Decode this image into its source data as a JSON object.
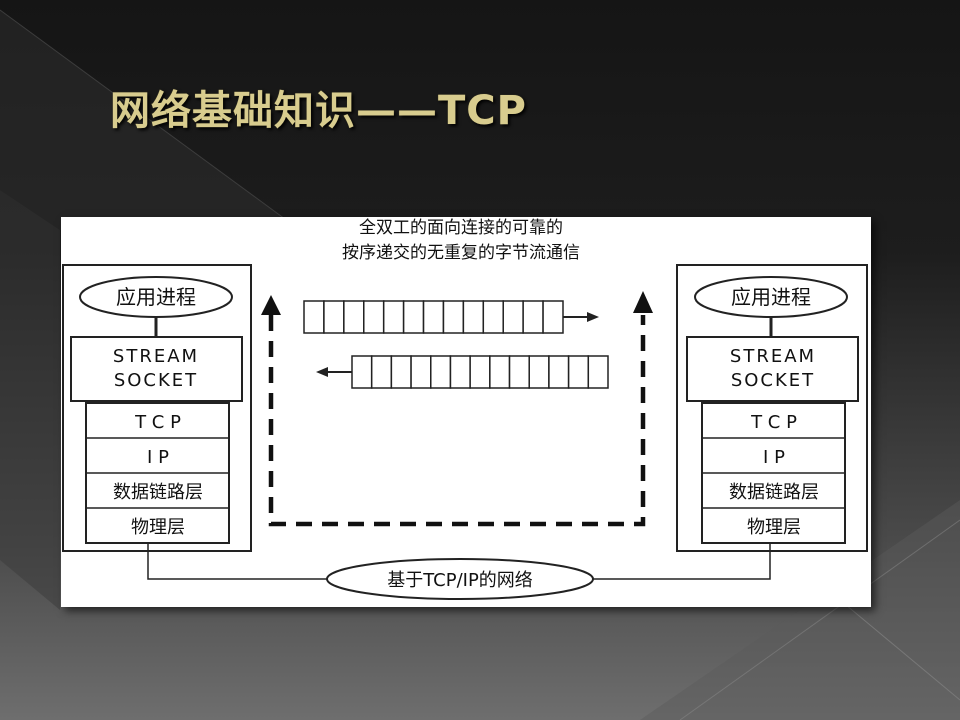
{
  "slide": {
    "title": "网络基础知识——TCP"
  },
  "diagram": {
    "caption_line1": "全双工的面向连接的可靠的",
    "caption_line2": "按序递交的无重复的字节流通信",
    "network_label": "基于TCP/IP的网络",
    "left_host": {
      "app": "应用进程",
      "socket_line1": "STREAM",
      "socket_line2": "SOCKET",
      "layers": [
        "T C P",
        "I P",
        "数据链路层",
        "物理层"
      ]
    },
    "right_host": {
      "app": "应用进程",
      "socket_line1": "STREAM",
      "socket_line2": "SOCKET",
      "layers": [
        "T C P",
        "I P",
        "数据链路层",
        "物理层"
      ]
    }
  }
}
